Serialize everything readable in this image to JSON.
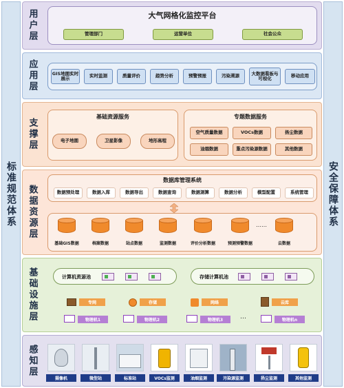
{
  "sides": {
    "left": "标准规范体系",
    "right": "安全保障体系"
  },
  "user_layer": {
    "name": "用户层",
    "title": "大气网格化监控平台",
    "items": [
      "管理部门",
      "运营单位",
      "社会公众"
    ]
  },
  "app_layer": {
    "name": "应用层",
    "items": [
      "GIS地图实时展示",
      "实时监测",
      "质量评价",
      "趋势分析",
      "预警预报",
      "污染溯源",
      "大数据看板与可视化",
      "移动应用"
    ]
  },
  "support_layer": {
    "name": "支撑层",
    "base_title": "基础资源服务",
    "base_items": [
      "电子地图",
      "卫星影像",
      "地形高程"
    ],
    "topic_title": "专题数据服务",
    "topic_items": [
      "空气质量数据",
      "VOCs数据",
      "扬尘数据",
      "油烟数据",
      "重点污染源数据",
      "其他数据"
    ]
  },
  "data_layer": {
    "name": "数据资源层",
    "dbms_title": "数据库管理系统",
    "dbms_items": [
      "数据预处理",
      "数据入库",
      "数据导出",
      "数据查询",
      "数据测算",
      "数据分析",
      "模型配置",
      "系统管理"
    ],
    "dbs": [
      "基础GIS数据",
      "档案数据",
      "站点数据",
      "监测数据",
      "评价分析数据",
      "预测预警数据",
      "云数据"
    ],
    "ellipsis": "……"
  },
  "infra_layer": {
    "name": "基础设施层",
    "compute_label": "计算机资源池",
    "storage_label": "存储计算机池",
    "net_items": [
      "专网",
      "存储",
      "网络",
      "云库"
    ],
    "machines": [
      "物理机1",
      "物理机2",
      "物理机3",
      "物理机n"
    ],
    "dots": "…"
  },
  "sense_layer": {
    "name": "感知层",
    "devices": [
      "摄像机",
      "微型站",
      "标准站",
      "VOCs监测",
      "油烟监测",
      "污染源监测",
      "扬尘监测",
      "其他监测"
    ]
  },
  "colors": {
    "user": "#e2dcef",
    "app": "#dbe7f4",
    "support": "#fbe3d2",
    "data": "#fde5d8",
    "infra": "#e6f1d9",
    "sense": "#e3e0ef"
  }
}
